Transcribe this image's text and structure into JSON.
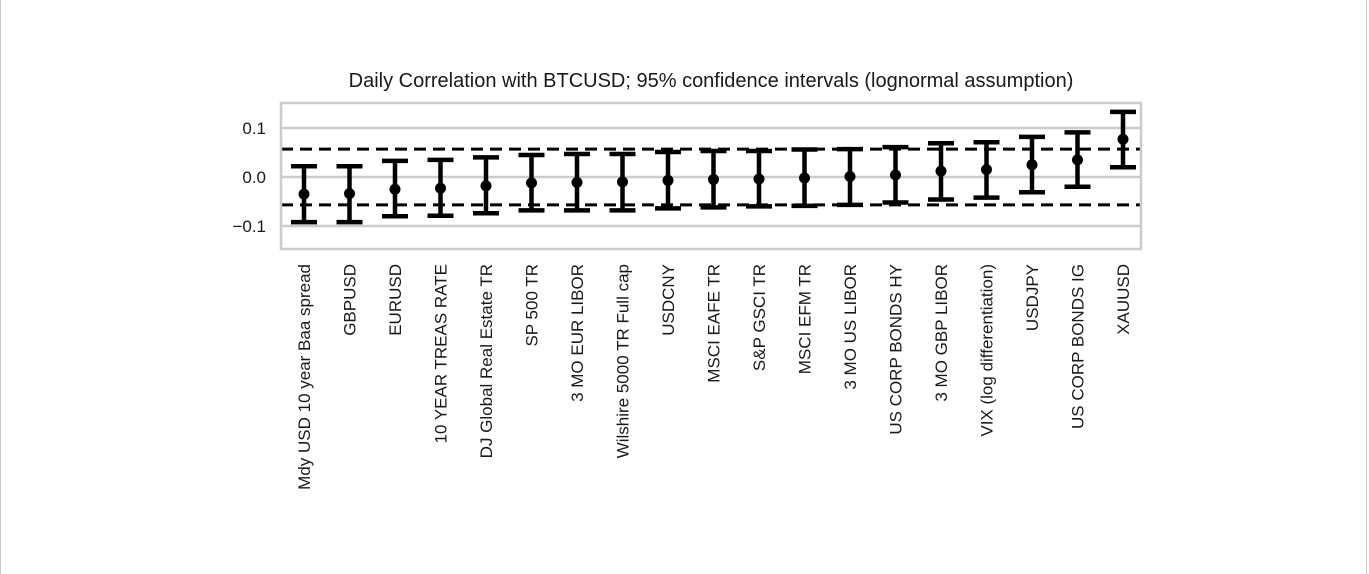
{
  "chart_data": {
    "type": "errorbar",
    "title": "Daily Correlation with BTCUSD; 95% confidence intervals (lognormal assumption)",
    "xlabel": "",
    "ylabel": "",
    "ylim": [
      -0.15,
      0.15
    ],
    "yticks": [
      -0.1,
      0.0,
      0.1
    ],
    "ytick_labels": [
      "−0.1",
      "0.0",
      "0.1"
    ],
    "grid": true,
    "reference_lines": [
      0.057,
      -0.057
    ],
    "categories": [
      "Mdy USD 10 year Baa spread",
      "GBPUSD",
      "EURUSD",
      "10 YEAR TREAS RATE",
      "DJ Global Real Estate TR",
      "SP 500 TR",
      "3 MO EUR LIBOR",
      "Wilshire 5000 TR Full cap",
      "USDCNY",
      "MSCI EAFE TR",
      "S&P GSCI TR",
      "MSCI EFM TR",
      "3 MO US LIBOR",
      "US CORP BONDS HY",
      "3 MO GBP LIBOR",
      "VIX (log differentiation)",
      "USDJPY",
      "US CORP BONDS IG",
      "XAUUSD"
    ],
    "values": [
      -0.035,
      -0.034,
      -0.025,
      -0.023,
      -0.018,
      -0.012,
      -0.011,
      -0.01,
      -0.007,
      -0.005,
      -0.004,
      -0.002,
      0.001,
      0.004,
      0.012,
      0.015,
      0.025,
      0.035,
      0.077
    ],
    "lower": [
      -0.092,
      -0.092,
      -0.08,
      -0.079,
      -0.074,
      -0.068,
      -0.068,
      -0.068,
      -0.064,
      -0.062,
      -0.06,
      -0.059,
      -0.057,
      -0.052,
      -0.046,
      -0.042,
      -0.031,
      -0.02,
      0.02
    ],
    "upper": [
      0.022,
      0.022,
      0.033,
      0.035,
      0.04,
      0.045,
      0.047,
      0.047,
      0.051,
      0.053,
      0.053,
      0.056,
      0.057,
      0.061,
      0.069,
      0.071,
      0.082,
      0.091,
      0.133
    ]
  }
}
